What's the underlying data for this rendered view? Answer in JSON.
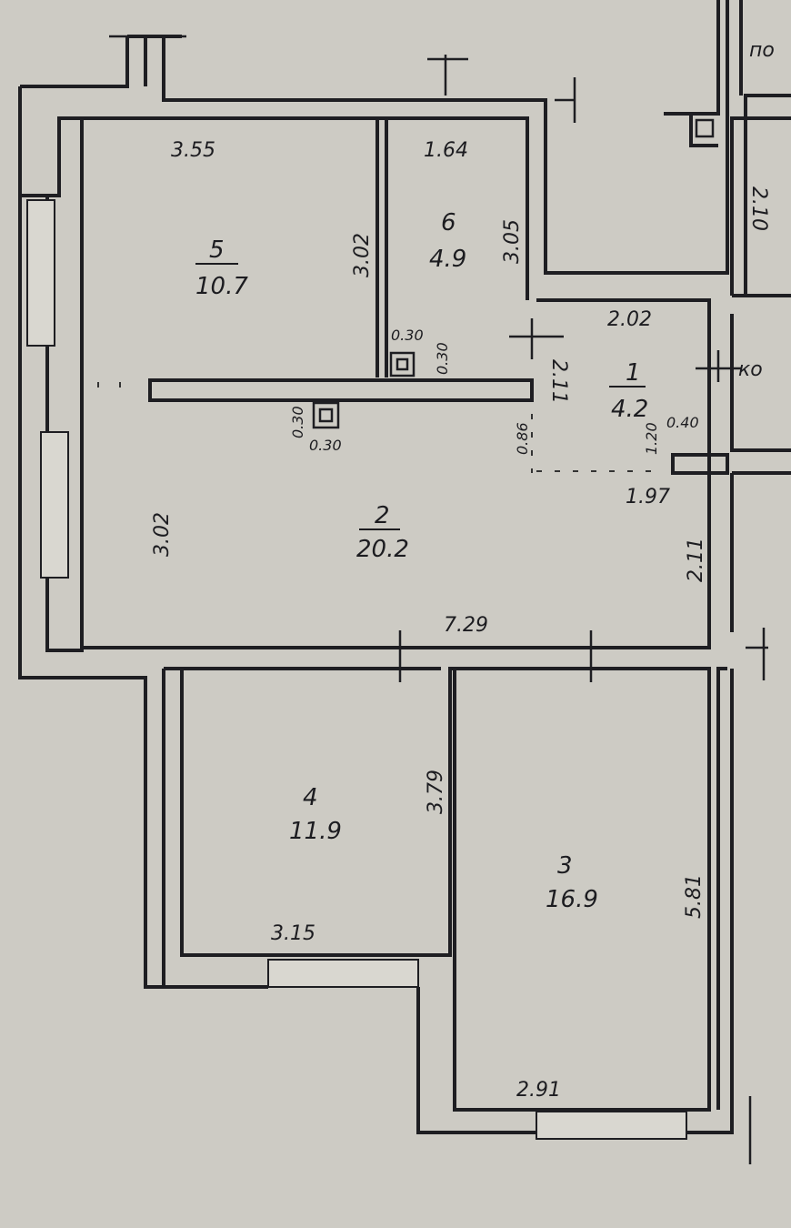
{
  "rooms": [
    {
      "number": "5",
      "area": "10.7"
    },
    {
      "number": "6",
      "area": "4.9"
    },
    {
      "number": "1",
      "area": "4.2"
    },
    {
      "number": "2",
      "area": "20.2"
    },
    {
      "number": "4",
      "area": "11.9"
    },
    {
      "number": "3",
      "area": "16.9"
    }
  ],
  "dimensions": {
    "room5_width": "3.55",
    "room5_height": "3.02",
    "room6_width": "1.64",
    "room6_height": "3.05",
    "vent1_w": "0.30",
    "vent1_h": "0.30",
    "vent2_w": "0.30",
    "vent2_h": "0.30",
    "room1_width": "2.02",
    "room1_height": "2.11",
    "door_086": "0.86",
    "offset_120": "1.20",
    "offset_040": "0.40",
    "room1_bottom": "1.97",
    "room2_left": "3.02",
    "room2_right": "2.11",
    "room2_width": "7.29",
    "room4_height": "3.79",
    "room4_width": "3.15",
    "room3_height": "5.81",
    "room3_width": "2.91",
    "neighbor_210": "2.10"
  },
  "neighbor_labels": {
    "top_right": "по",
    "right": "ко"
  }
}
